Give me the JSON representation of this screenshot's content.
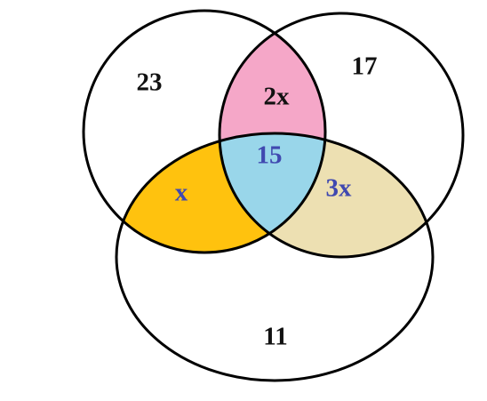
{
  "colors": {
    "outline": "#000000",
    "background": "#ffffff",
    "ab_only": "#F5A7C8",
    "ac_only": "#FFC20E",
    "bc_only": "#EDE0B2",
    "abc": "#99D6EA",
    "text_dark": "#111111",
    "text_blue": "#4049B0"
  },
  "regions": {
    "a_only": "23",
    "b_only": "17",
    "c_only": "11",
    "ab_only": "2x",
    "ac_only": "x",
    "bc_only": "3x",
    "abc": "15"
  }
}
